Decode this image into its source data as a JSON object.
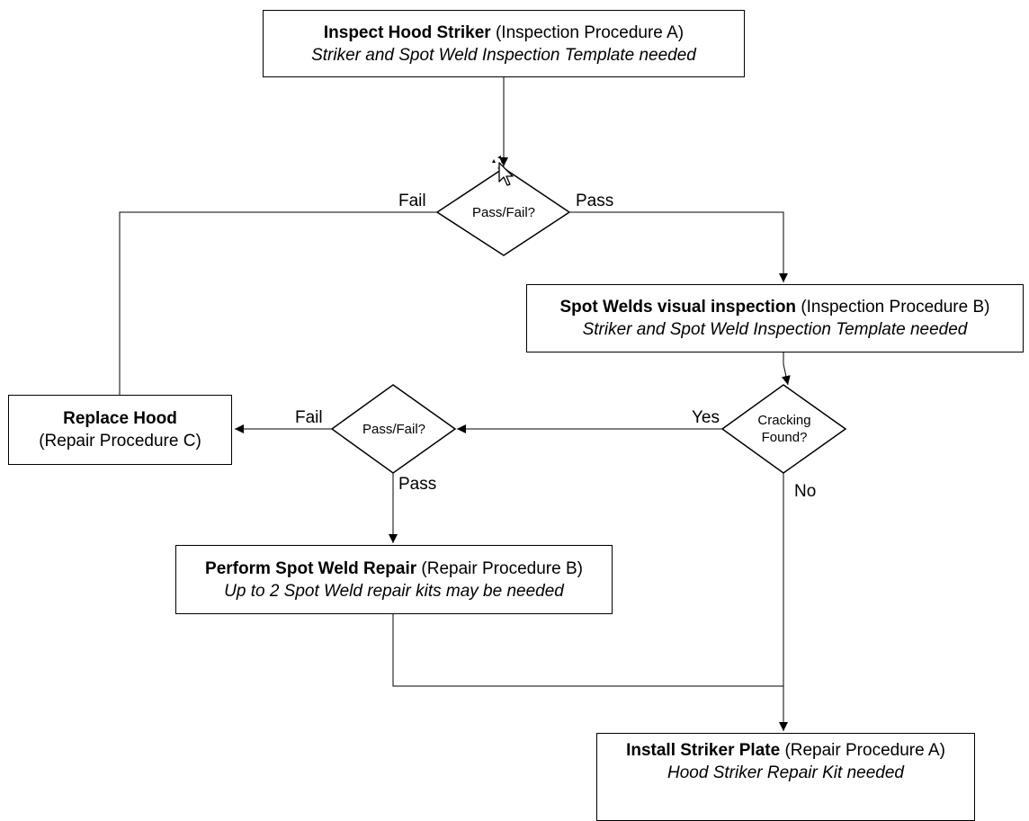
{
  "boxes": {
    "inspect_striker": {
      "title": "Inspect Hood Striker",
      "ref": "(Inspection Procedure A)",
      "note": "Striker and Spot Weld Inspection Template needed"
    },
    "spot_welds": {
      "title": "Spot Welds visual inspection",
      "ref": "(Inspection Procedure B)",
      "note": "Striker and Spot Weld Inspection Template needed"
    },
    "replace_hood": {
      "title": "Replace Hood",
      "ref": "(Repair Procedure C)"
    },
    "spot_weld_repair": {
      "title": "Perform Spot Weld Repair",
      "ref": "(Repair Procedure B)",
      "note": "Up to 2 Spot Weld repair kits may be needed"
    },
    "install_striker": {
      "title": "Install Striker Plate",
      "ref": "(Repair Procedure A)",
      "note": "Hood Striker Repair Kit needed"
    }
  },
  "decisions": {
    "pass_fail_1": {
      "line1": "Pass/Fail?"
    },
    "pass_fail_2": {
      "line1": "Pass/Fail?"
    },
    "cracking": {
      "line1": "Cracking",
      "line2": "Found?"
    }
  },
  "edge_labels": {
    "fail_1": "Fail",
    "pass_1": "Pass",
    "fail_2": "Fail",
    "pass_2": "Pass",
    "yes": "Yes",
    "no": "No"
  },
  "colors": {
    "line": "#000000",
    "background": "#ffffff"
  }
}
